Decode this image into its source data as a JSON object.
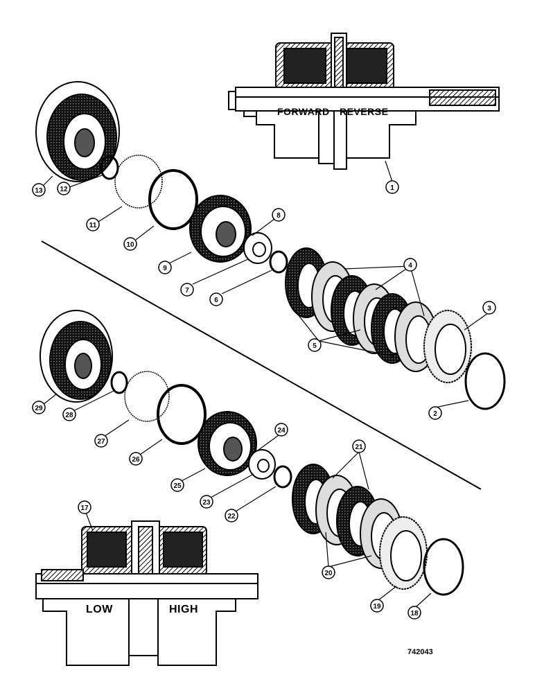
{
  "top_housing": {
    "label_left": "FORWARD",
    "label_right": "REVERSE"
  },
  "bottom_housing": {
    "label_left": "LOW",
    "label_right": "HIGH"
  },
  "figure_number": "742043",
  "callouts": [
    "1",
    "2",
    "3",
    "4",
    "5",
    "6",
    "7",
    "8",
    "9",
    "10",
    "11",
    "12",
    "13",
    "17",
    "18",
    "19",
    "20",
    "21",
    "22",
    "23",
    "24",
    "25",
    "26",
    "27",
    "28",
    "29"
  ]
}
